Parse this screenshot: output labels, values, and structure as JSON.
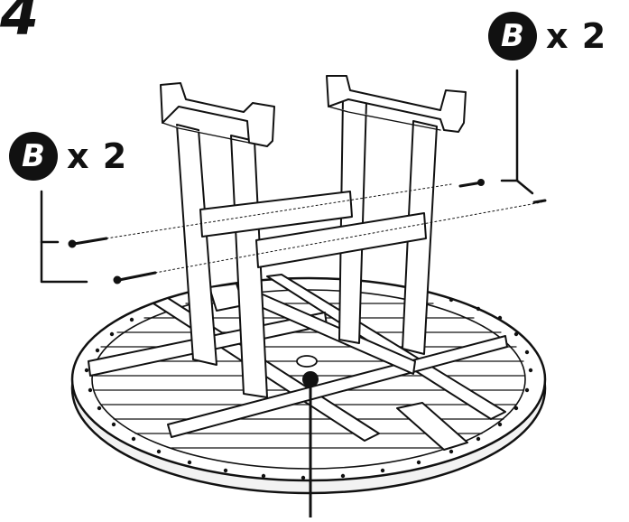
{
  "step": {
    "number": "4"
  },
  "callouts": [
    {
      "part": "B",
      "quantity": "x 2"
    },
    {
      "part": "B",
      "quantity": "x 2"
    }
  ],
  "colors": {
    "ink": "#111111",
    "fill": "#ffffff",
    "shade": "#e6e6e6"
  }
}
